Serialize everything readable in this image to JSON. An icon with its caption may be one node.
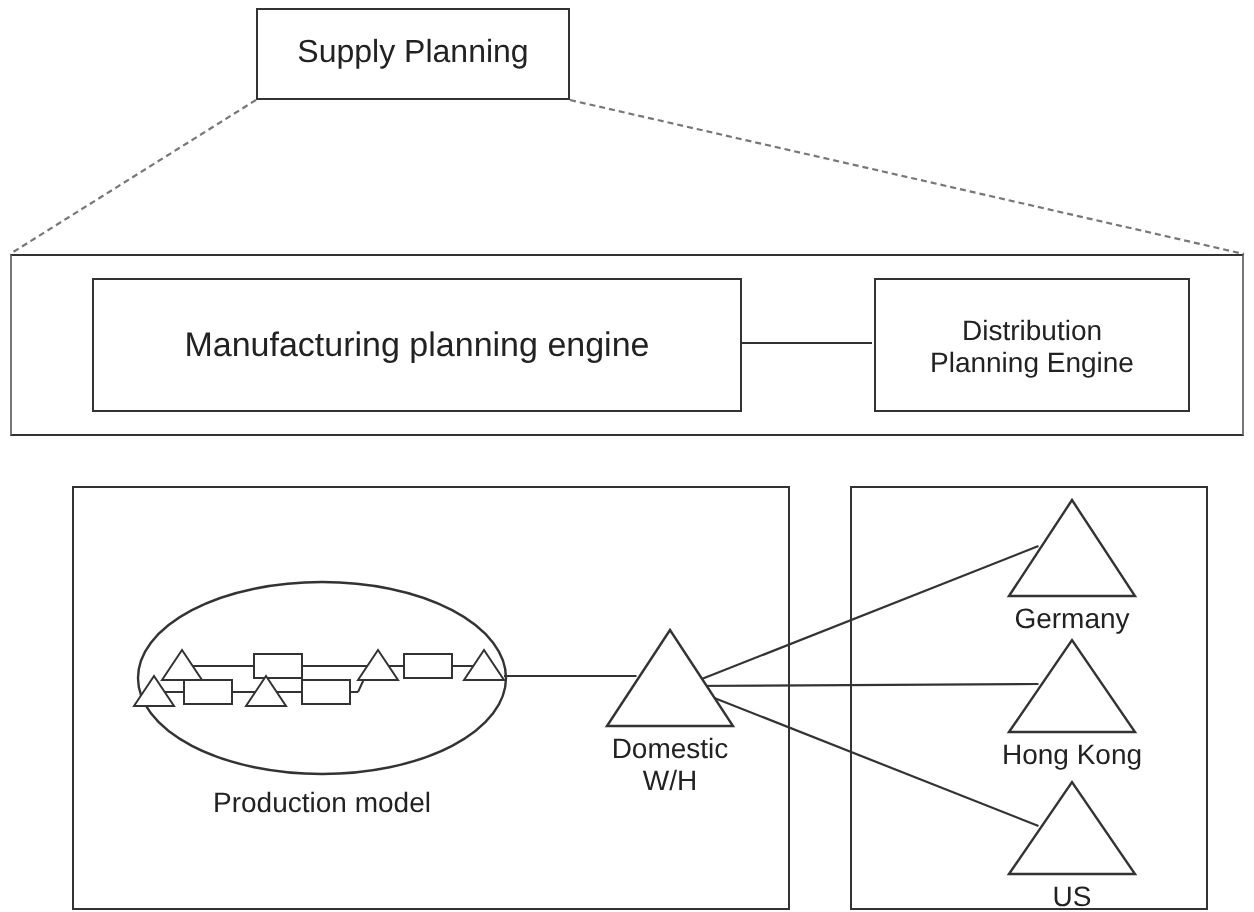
{
  "diagram": {
    "nodes": [
      {
        "text": [
          "Supply Planning"
        ]
      },
      {
        "text": [],
        "shape": "box"
      },
      {
        "text": [
          "Manufacturing planning engine"
        ],
        "in": 1
      },
      {
        "text": [
          "Distribution Planning Engine"
        ],
        "in": 1
      },
      {
        "text": [],
        "shape": "box"
      },
      {
        "text": [],
        "shape": "box"
      },
      {
        "text": [
          "Production model"
        ],
        "in": 4
      },
      {
        "text": [
          "Domestic W/H"
        ],
        "in": 4
      },
      {
        "text": [
          "Germany"
        ],
        "in": 5
      },
      {
        "text": [
          "Hong Kong"
        ],
        "in": 5
      },
      {
        "text": [
          "US"
        ],
        "in": 5
      }
    ],
    "edges": [
      {
        "from": 0,
        "to": 1,
        "arrow": "none",
        "style": "dashed"
      },
      {
        "from": 0,
        "to": 1,
        "arrow": "none",
        "style": "dashed"
      },
      {
        "from": 2,
        "to": 3,
        "arrow": "none"
      },
      {
        "from": 6,
        "to": 7,
        "arrow": "none"
      },
      {
        "from": 7,
        "to": 8,
        "arrow": "none"
      },
      {
        "from": 7,
        "to": 9,
        "arrow": "none"
      },
      {
        "from": 7,
        "to": 10,
        "arrow": "none"
      }
    ]
  }
}
